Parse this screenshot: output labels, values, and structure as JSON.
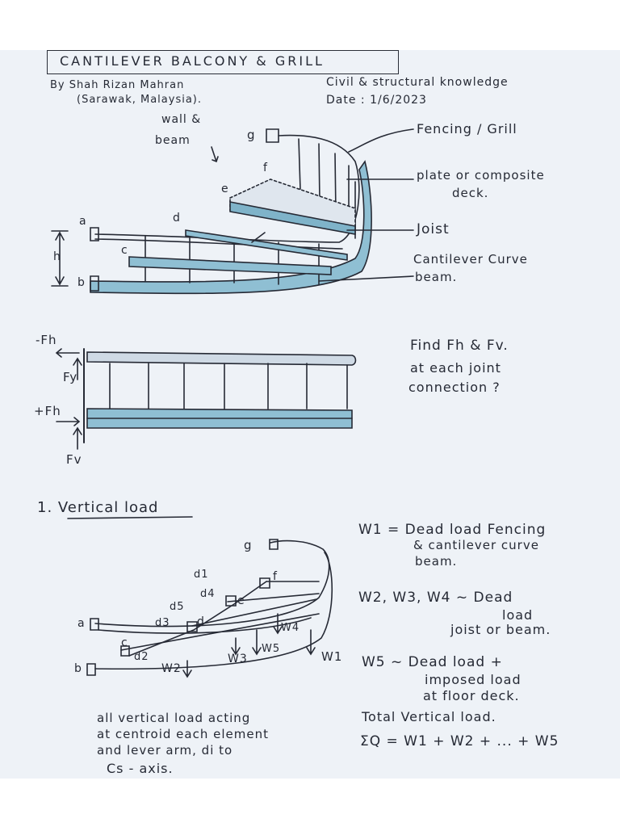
{
  "header": {
    "title": "CANTILEVER   BALCONY & GRILL",
    "author_line1": "By  Shah Rizan Mahran",
    "author_line2": "(Sarawak, Malaysia).",
    "subject": "Civil & structural knowledge",
    "date": "Date :   1/6/2023"
  },
  "figure1": {
    "wall_label_1": "wall &",
    "wall_label_2": "beam",
    "point_labels": [
      "a",
      "b",
      "c",
      "d",
      "e",
      "f",
      "g"
    ],
    "height_label": "h",
    "callouts": [
      "Fencing / Grill",
      "plate or composite",
      "deck.",
      "Joist",
      "Cantilever Curve",
      "beam."
    ]
  },
  "figure2": {
    "neg_fh": "-Fh",
    "fy_upper": "Fy",
    "pos_fh": "+Fh",
    "fv_lower": "Fv",
    "question_1": "Find  Fh & Fv.",
    "question_2": "at  each  joint",
    "question_3": "connection ?"
  },
  "section1": {
    "heading": "1.  Vertical load",
    "point_labels": [
      "g",
      "f",
      "e",
      "d",
      "a",
      "c",
      "b"
    ],
    "lever_labels": [
      "d1",
      "d4",
      "d5",
      "d3",
      "d2"
    ],
    "load_labels": [
      "W1",
      "W2",
      "W3",
      "W4",
      "W5"
    ],
    "w1_def_1": "W1 =  Dead load Fencing",
    "w1_def_2": "& cantilever curve",
    "w1_def_3": "beam.",
    "w234_def_1": "W2, W3, W4  ~  Dead",
    "w234_def_2": "load",
    "w234_def_3": "joist or beam.",
    "w5_def_1": "W5  ~ Dead load +",
    "w5_def_2": "imposed load",
    "w5_def_3": "at floor deck.",
    "total_label": "Total  Vertical  load.",
    "total_formula": "ΣQ  =  W1 + W2 + ... + W5",
    "note_1": "all  vertical  load  acting",
    "note_2": "at  centroid  each  element",
    "note_3": "and  lever  arm,  di  to",
    "note_4": "Cs - axis."
  },
  "colors": {
    "ink": "#262a35",
    "shade": "#7fb3c9",
    "paper": "#eef2f7"
  }
}
